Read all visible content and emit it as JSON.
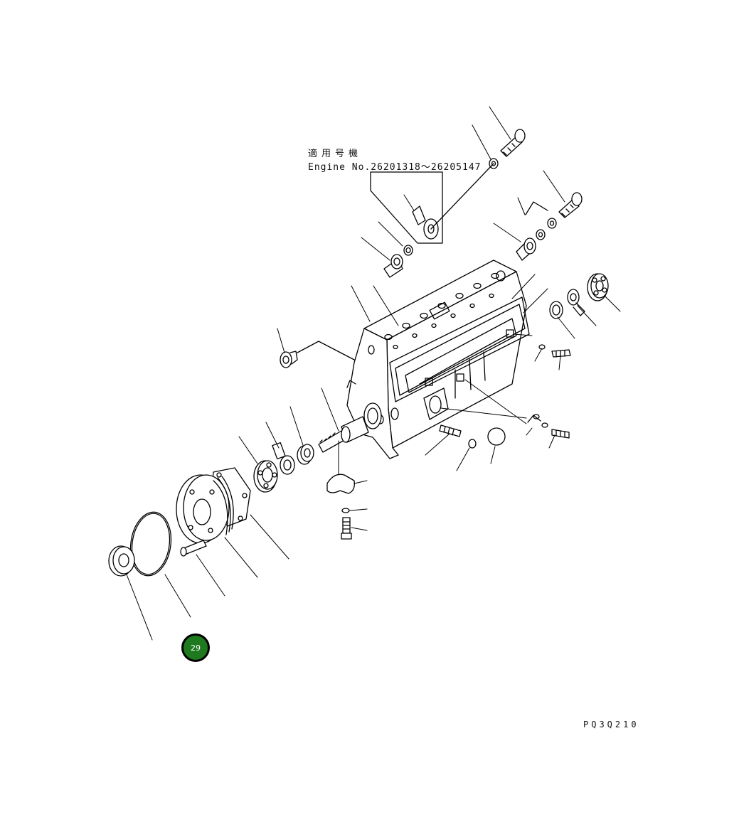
{
  "note": {
    "title": "適用号機",
    "serial_range": "Engine No.26201318～26205147"
  },
  "callout": {
    "number": "29",
    "color": "#1f7a1f"
  },
  "drawing_code": "PQ3Q210",
  "colors": {
    "line": "#000000",
    "background": "#ffffff",
    "callout_fill": "#1f7a1f"
  }
}
